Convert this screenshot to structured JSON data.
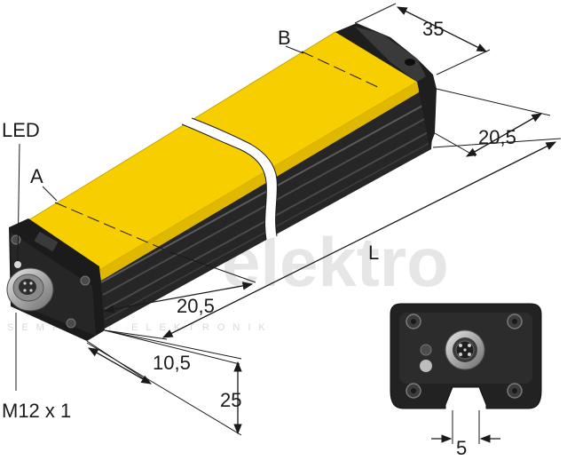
{
  "labels": {
    "led": "LED",
    "a": "A",
    "b": "B",
    "l": "L",
    "connector": "M12 x 1"
  },
  "dimensions": {
    "width_top": "35",
    "height_side": "20,5",
    "offset_a": "20,5",
    "offset_front": "10,5",
    "height_front": "25",
    "slot_width": "5"
  },
  "watermark": {
    "line1": "elektro",
    "line2": "SEMPERIT ELEKTRONIK"
  },
  "colors": {
    "housing_yellow": "#f7cf00",
    "housing_yellow_shade": "#e0b800",
    "housing_dark": "#2b2b2b",
    "housing_black": "#161616",
    "metal": "#b5b5b5"
  }
}
